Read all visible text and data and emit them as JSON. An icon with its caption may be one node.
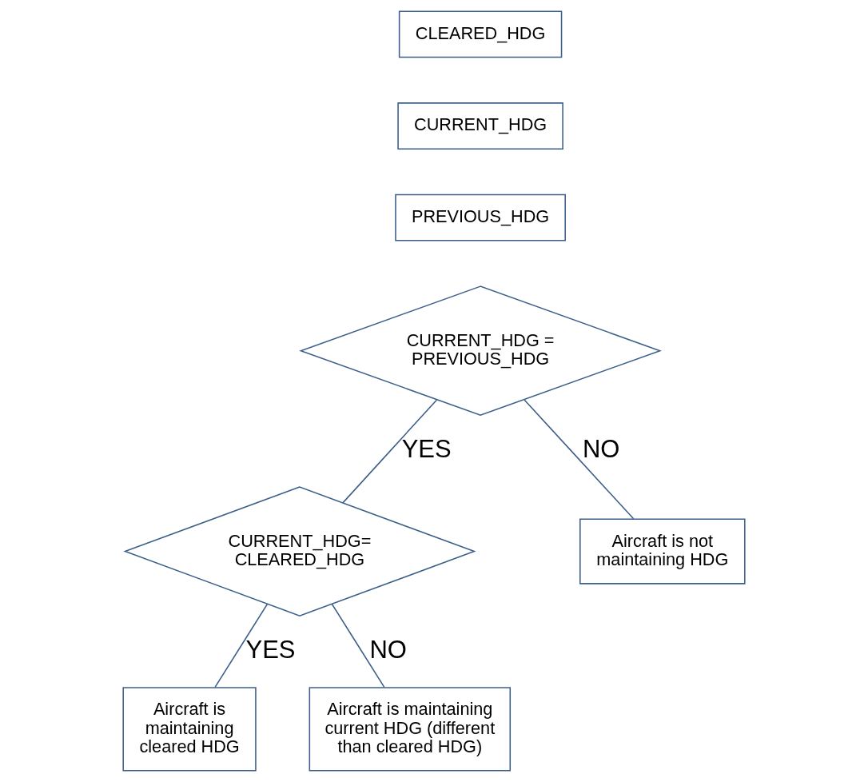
{
  "diagram": {
    "nodes": [
      {
        "text": [
          "CLEARED_HDG"
        ]
      },
      {
        "text": [
          "CURRENT_HDG"
        ]
      },
      {
        "text": [
          "PREVIOUS_HDG"
        ]
      },
      {
        "text": [
          "CURRENT_HDG = PREVIOUS_HDG"
        ]
      },
      {
        "text": [
          "Aircraft is not maintaining HDG"
        ]
      },
      {
        "text": [
          "CURRENT_HDG= CLEARED_HDG"
        ]
      },
      {
        "text": [
          "Aircraft is maintaining cleared HDG"
        ]
      },
      {
        "text": [
          "Aircraft is maintaining current HDG (different than cleared HDG)"
        ]
      }
    ],
    "edges": [
      {
        "from": 3,
        "to": 5,
        "arrow": "none",
        "label": "YES"
      },
      {
        "from": 3,
        "to": 4,
        "arrow": "none",
        "label": "NO"
      },
      {
        "from": 5,
        "to": 6,
        "arrow": "none",
        "label": "YES"
      },
      {
        "from": 5,
        "to": 7,
        "arrow": "none",
        "label": "NO"
      }
    ]
  }
}
